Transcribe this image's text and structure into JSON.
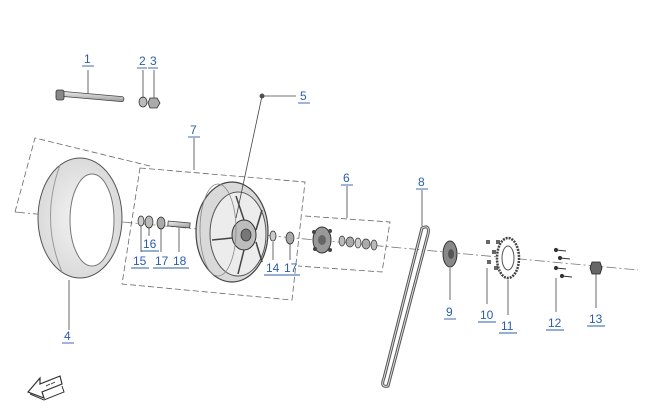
{
  "callouts": {
    "c1": "1",
    "c2": "2",
    "c3": "3",
    "c4": "4",
    "c5": "5",
    "c6": "6",
    "c7": "7",
    "c8": "8",
    "c9": "9",
    "c10": "10",
    "c11": "11",
    "c12": "12",
    "c13": "13",
    "c14": "14",
    "c15": "15",
    "c16": "16",
    "c17a": "17",
    "c17b": "17",
    "c18": "18"
  },
  "icons": {
    "direction": "front-arrow-icon"
  },
  "colors": {
    "callout": "#2a5ea8",
    "line": "#333333",
    "background": "#ffffff"
  }
}
